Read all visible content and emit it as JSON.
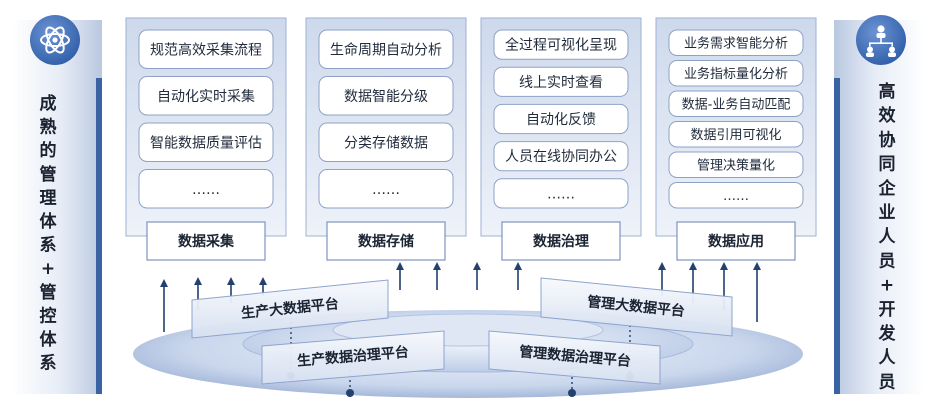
{
  "left_panel": {
    "text": "成熟的管理体系+管控体系",
    "icon": "atom-icon"
  },
  "right_panel": {
    "text": "高效协同企业人员+开发人员",
    "icon": "org-chart-icon"
  },
  "modules": [
    {
      "label": "数据采集",
      "items": [
        "规范高效采集流程",
        "自动化实时采集",
        "智能数据质量评估",
        "……"
      ]
    },
    {
      "label": "数据存储",
      "items": [
        "生命周期自动分析",
        "数据智能分级",
        "分类存储数据",
        "……"
      ]
    },
    {
      "label": "数据治理",
      "items": [
        "全过程可视化呈现",
        "线上实时查看",
        "自动化反馈",
        "人员在线协同办公",
        "……"
      ]
    },
    {
      "label": "数据应用",
      "items": [
        "业务需求智能分析",
        "业务指标量化分析",
        "数据-业务自动匹配",
        "数据引用可视化",
        "管理决策量化",
        "……"
      ]
    }
  ],
  "platforms": {
    "production_big_data": "生产大数据平台",
    "management_big_data": "管理大数据平台",
    "production_governance": "生产数据治理平台",
    "management_governance": "管理数据治理平台"
  },
  "colors": {
    "panel_blue": "#3a63a6",
    "icon_blue": "#3f6fb8",
    "line_blue": "#7d95bf",
    "arrow_navy": "#23406e"
  }
}
